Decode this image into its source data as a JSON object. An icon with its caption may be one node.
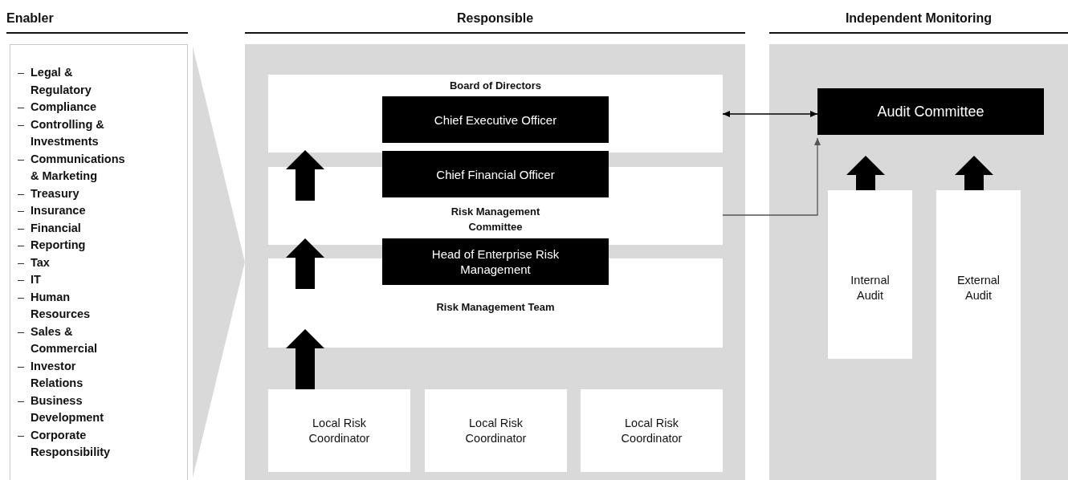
{
  "diagram": {
    "nodes": [
      {
        "text": [
          "Enabler",
          "Legal & Regulatory",
          "Compliance",
          "Controlling & Investments",
          "Communications & Marketing",
          "Treasury",
          "Insurance",
          "Financial",
          "Reporting",
          "Tax",
          "IT",
          "Human Resources",
          "Sales & Commercial",
          "Investor Relations",
          "Business Development",
          "Corporate Responsibility"
        ]
      },
      {
        "text": [
          "Responsible"
        ]
      },
      {
        "text": [
          "Board of Directors"
        ],
        "in": 1
      },
      {
        "text": [
          "Chief Executive Officer"
        ],
        "in": 2
      },
      {
        "text": [
          "Risk Management Committee"
        ],
        "in": 1
      },
      {
        "text": [
          "Chief Financial Officer"
        ],
        "in": 1
      },
      {
        "text": [
          "Risk Management Team"
        ],
        "in": 1
      },
      {
        "text": [
          "Head of Enterprise Risk Management"
        ],
        "in": 1
      },
      {
        "text": [
          "Local Risk Coordinator"
        ],
        "in": 1
      },
      {
        "text": [
          "Local Risk Coordinator"
        ],
        "in": 1
      },
      {
        "text": [
          "Local Risk Coordinator"
        ],
        "in": 1
      },
      {
        "text": [
          "Independent Monitoring"
        ]
      },
      {
        "text": [
          "Audit Committee"
        ],
        "in": 11
      },
      {
        "text": [
          "Internal Audit"
        ],
        "in": 11
      },
      {
        "text": [
          "External Audit"
        ],
        "in": 11
      }
    ],
    "edges": [
      {
        "from": 0,
        "to": 1,
        "arrow": "to",
        "style": "thick",
        "color": "#d9d9d9"
      },
      {
        "from": 8,
        "to": 6,
        "arrow": "to",
        "style": "thick"
      },
      {
        "from": 6,
        "to": 4,
        "arrow": "to",
        "style": "thick"
      },
      {
        "from": 4,
        "to": 2,
        "arrow": "to",
        "style": "thick"
      },
      {
        "from": 13,
        "to": 12,
        "arrow": "to",
        "style": "thick"
      },
      {
        "from": 14,
        "to": 12,
        "arrow": "to",
        "style": "thick"
      },
      {
        "from": 2,
        "to": 12,
        "arrow": "both"
      },
      {
        "from": 4,
        "to": 12,
        "arrow": "to",
        "color": "#555555"
      }
    ]
  }
}
